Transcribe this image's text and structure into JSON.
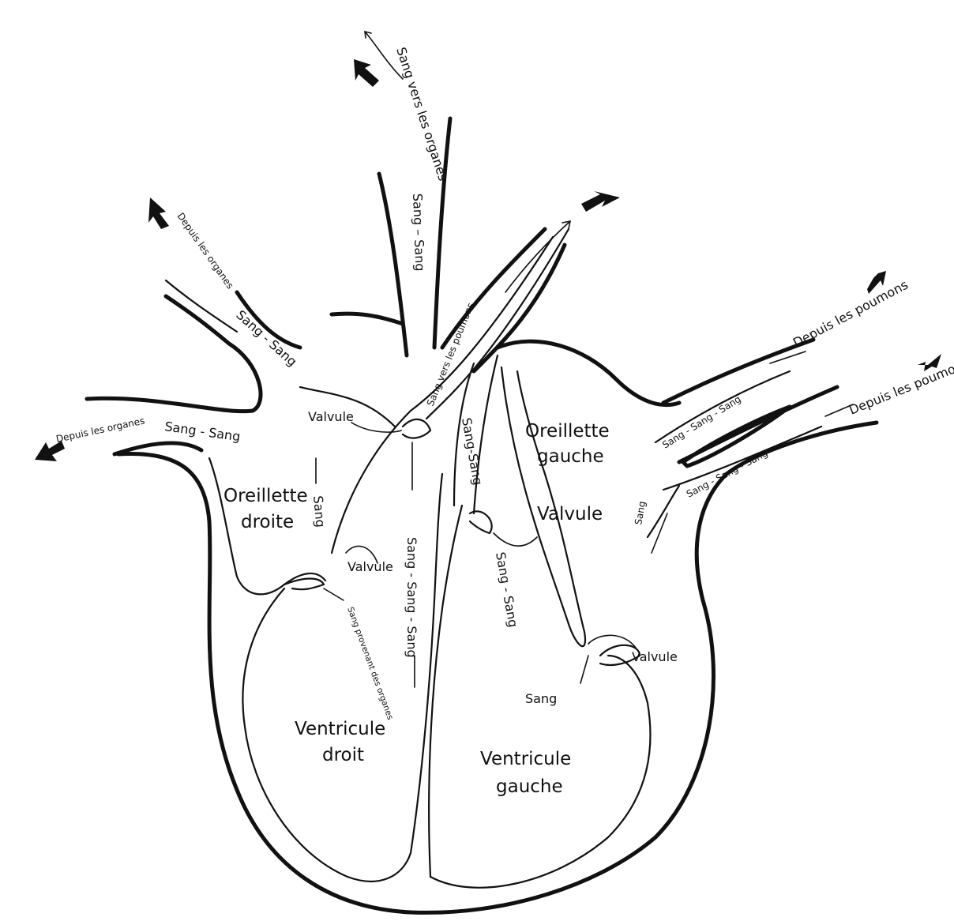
{
  "labels": {
    "blood_to_organs": "Sang vers les organes",
    "from_organs_top": "Depuis les organes",
    "from_organs_left": "Depuis les organes",
    "from_lungs_upper": "Depuis les poumons",
    "from_lungs_lower": "Depuis les poumons",
    "right_atrium": "Oreillette droite",
    "left_atrium": "Oreillette gauche",
    "right_ventricle": "Ventricule droit",
    "left_ventricle": "Ventricule gauche",
    "valve": "Valvule",
    "blood": "Sang",
    "blood_flow": "Sang - Sang",
    "blood_flow_long": "Sang - Sang - Sang",
    "blood_sang_sang": "Sang-Sang",
    "blood_from_organs": "Sang provenant des organes",
    "blood_to_lungs": "Sang vers les poumons",
    "aorta_flow": "Sang – Sang"
  },
  "colors": {
    "ink": "#111111",
    "paper": "#ffffff"
  }
}
